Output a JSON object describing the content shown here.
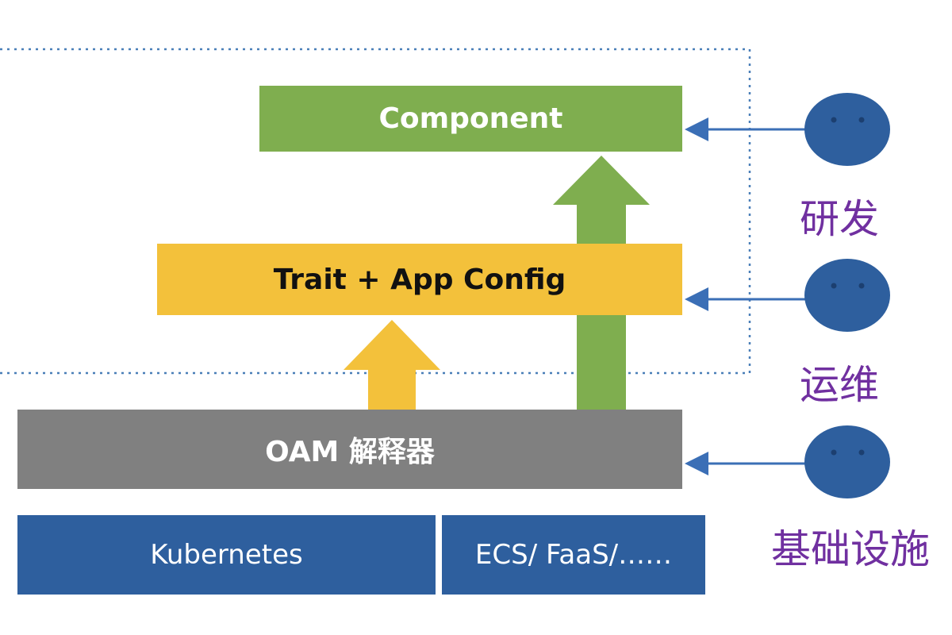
{
  "layers": {
    "component": "Component",
    "trait": "Trait + App Config",
    "oam": "OAM 解释器",
    "kubernetes": "Kubernetes",
    "ecs": "ECS/ FaaS/……"
  },
  "roles": {
    "dev": "研发",
    "ops": "运维",
    "infra": "基础设施"
  },
  "colors": {
    "component": "#7fae4f",
    "trait": "#f3c13b",
    "oam": "#808080",
    "platform": "#2e5f9e",
    "person": "#2e5f9e",
    "role_text": "#7030a0"
  }
}
